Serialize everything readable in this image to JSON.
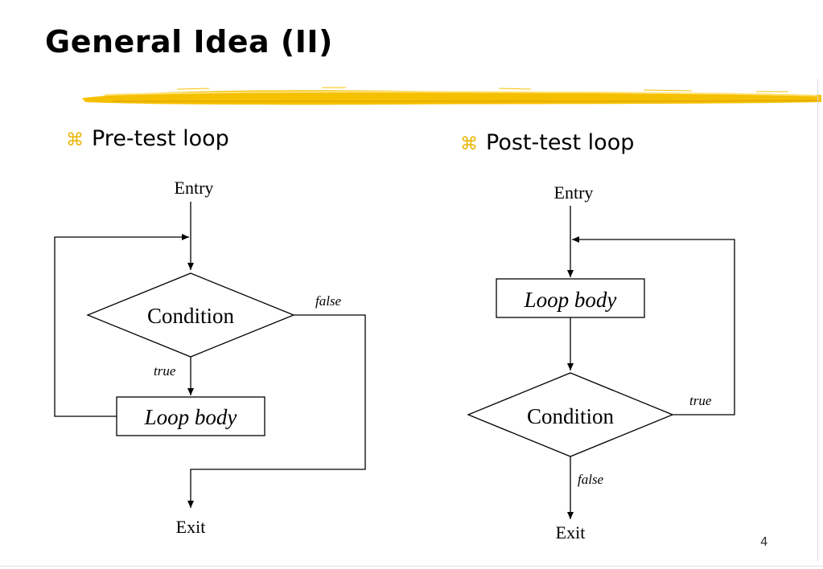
{
  "slide": {
    "title": "General Idea (II)",
    "page_number": "4",
    "accent_color": "#f5c000",
    "bullet_icon": "command-key-icon"
  },
  "pre_test": {
    "heading_mark": "⌘",
    "heading": "Pre-test loop",
    "entry": "Entry",
    "condition": "Condition",
    "loop_body": "Loop body",
    "true_label": "true",
    "false_label": "false",
    "exit": "Exit"
  },
  "post_test": {
    "heading_mark": "⌘",
    "heading": "Post-test loop",
    "entry": "Entry",
    "condition": "Condition",
    "loop_body": "Loop body",
    "true_label": "true",
    "false_label": "false",
    "exit": "Exit"
  }
}
